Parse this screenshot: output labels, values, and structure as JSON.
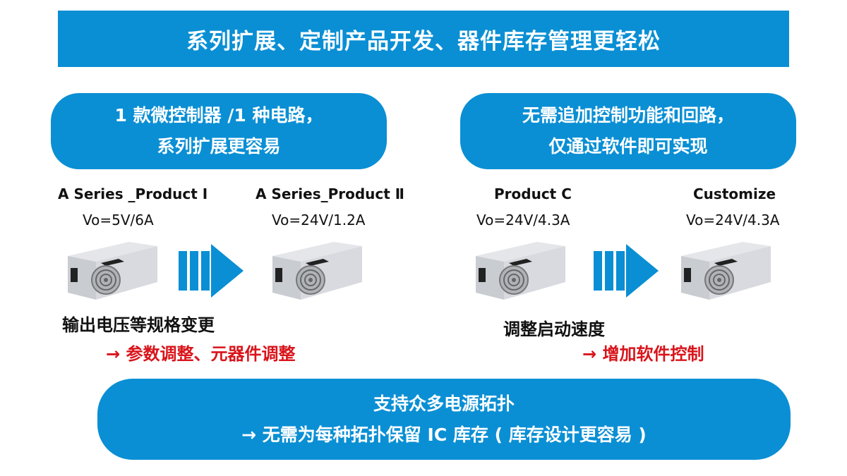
{
  "header": {
    "title": "系列扩展、定制产品开发、器件库存管理更轻松"
  },
  "left_pill": {
    "line1": "1 款微控制器 /1 种电路，",
    "line2": "系列扩展更容易"
  },
  "right_pill": {
    "line1": "无需追加控制功能和回路，",
    "line2": "仅通过软件即可实现"
  },
  "products": [
    {
      "name": "A Series _Product I",
      "vo": "Vo=5V/6A"
    },
    {
      "name": "A Series_Product Ⅱ",
      "vo": "Vo=24V/1.2A"
    },
    {
      "name": "Product C",
      "vo": "Vo=24V/4.3A"
    },
    {
      "name": "Customize",
      "vo": "Vo=24V/4.3A"
    }
  ],
  "left_notes": {
    "change": "输出电压等规格变更",
    "result": "→ 参数调整、元器件调整"
  },
  "right_notes": {
    "change": "调整启动速度",
    "result": "→ 增加软件控制"
  },
  "bottom_pill": {
    "line1": "支持众多电源拓扑",
    "line2": "→ 无需为每种拓扑保留 IC 库存 ( 库存设计更容易 )"
  },
  "colors": {
    "blue": "#0a8fd4",
    "red": "#d9141b"
  }
}
